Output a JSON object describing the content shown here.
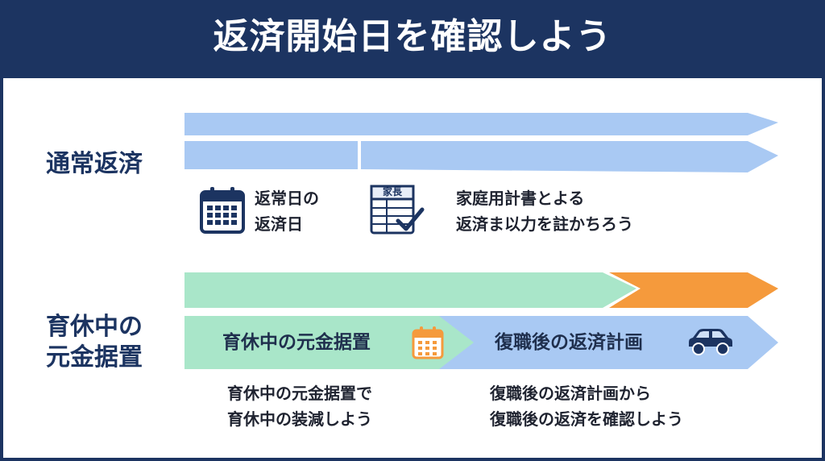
{
  "title": "返済開始日を確認しよう",
  "colors": {
    "navy": "#1c3461",
    "blue_arrow": "#a9c9f3",
    "green_arrow": "#a9e6c9",
    "orange_arrow": "#f59a3c"
  },
  "normal": {
    "label": "通常返済",
    "item1": {
      "icon": "calendar-icon",
      "lines": [
        "返常日の",
        "返済日"
      ]
    },
    "item2": {
      "icon": "household-ledger-icon",
      "badge": "家長",
      "lines": [
        "家庭用計書とよる",
        "返済ま以力を註かちろう"
      ]
    }
  },
  "deferral": {
    "label_lines": [
      "育休中の",
      "元金据置"
    ],
    "segment1": {
      "label": "育休中の元金据置",
      "icon": "calendar-icon"
    },
    "segment2": {
      "label": "復職後の返済計画",
      "icon": "car-icon"
    },
    "note1": [
      "育休中の元金据置で",
      "育休中の装減しよう"
    ],
    "note2": [
      "復職後の返済計画から",
      "復職後の返済を確認しよう"
    ]
  }
}
